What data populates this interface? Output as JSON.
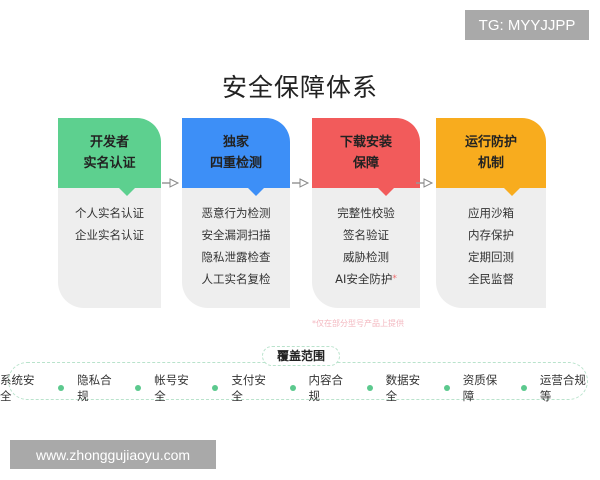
{
  "watermarks": {
    "top": "TG: MYYJJPP",
    "bottom": "www.zhonggujiaoyu.com"
  },
  "title": "安全保障体系",
  "colors": {
    "green": "#5dd08f",
    "blue": "#3d8ff7",
    "red": "#f25b5b",
    "orange": "#f8ac1e",
    "card_bg": "#eeeeee",
    "dot": "#5cc98e",
    "dashed_border": "#b9e3cc"
  },
  "cards": [
    {
      "title_line1": "开发者",
      "title_line2": "实名认证",
      "items": [
        "个人实名认证",
        "企业实名认证"
      ]
    },
    {
      "title_line1": "独家",
      "title_line2": "四重检测",
      "items": [
        "恶意行为检测",
        "安全漏洞扫描",
        "隐私泄露检查",
        "人工实名复检"
      ]
    },
    {
      "title_line1": "下载安装",
      "title_line2": "保障",
      "items": [
        "完整性校验",
        "签名验证",
        "威胁检测",
        "AI安全防护"
      ],
      "last_item_mark": "*"
    },
    {
      "title_line1": "运行防护",
      "title_line2": "机制",
      "items": [
        "应用沙箱",
        "内存保护",
        "定期回测",
        "全民监督"
      ]
    }
  ],
  "note": "*仅在部分型号产品上提供",
  "coverage": {
    "label": "覆盖范围",
    "items": [
      "系统安全",
      "隐私合规",
      "帐号安全",
      "支付安全",
      "内容合规",
      "数据安全",
      "资质保障",
      "运营合规 等"
    ]
  }
}
